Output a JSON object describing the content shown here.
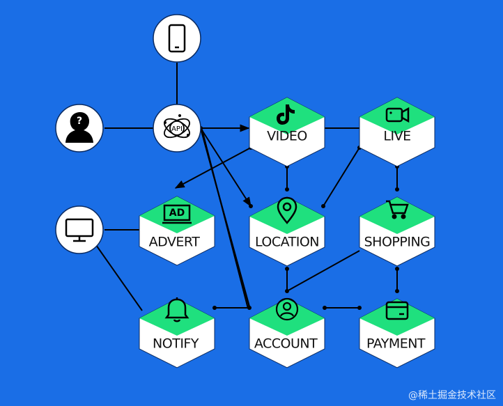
{
  "colors": {
    "background": "#1a6ee6",
    "hex_top": "#1fe07e",
    "hex_body": "#ffffff",
    "line": "#000000"
  },
  "nodes": {
    "video": {
      "label": "VIDEO",
      "icon": "tiktok-icon"
    },
    "live": {
      "label": "LIVE",
      "icon": "video-camera-icon"
    },
    "advert": {
      "label": "ADVERT",
      "icon": "ad-icon",
      "icon_text": "AD"
    },
    "location": {
      "label": "LOCATION",
      "icon": "location-pin-icon"
    },
    "shopping": {
      "label": "SHOPPING",
      "icon": "shopping-cart-icon"
    },
    "notify": {
      "label": "NOTIFY",
      "icon": "bell-icon"
    },
    "account": {
      "label": "ACCOUNT",
      "icon": "user-circle-icon"
    },
    "payment": {
      "label": "PAYMENT",
      "icon": "wallet-icon"
    }
  },
  "clients": {
    "mobile": {
      "icon": "mobile-phone-icon"
    },
    "user": {
      "icon": "unknown-user-icon"
    },
    "api": {
      "icon": "api-icon",
      "text": "API"
    },
    "desktop": {
      "icon": "monitor-icon"
    }
  },
  "watermark": "@稀土掘金技术社区"
}
